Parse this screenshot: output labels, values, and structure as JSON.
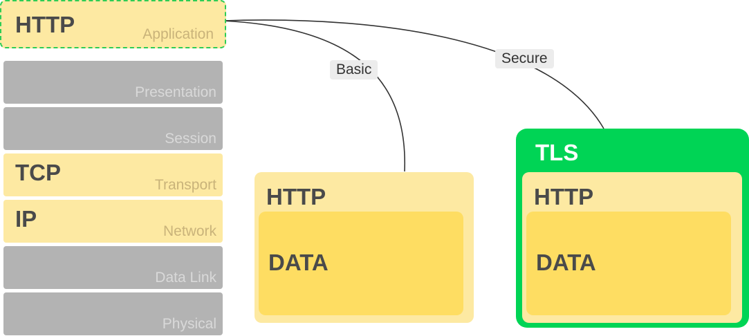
{
  "osi_layers": [
    {
      "protocol": "HTTP",
      "layer": "Application"
    },
    {
      "protocol": "",
      "layer": "Presentation"
    },
    {
      "protocol": "",
      "layer": "Session"
    },
    {
      "protocol": "TCP",
      "layer": "Transport"
    },
    {
      "protocol": "IP",
      "layer": "Network"
    },
    {
      "protocol": "",
      "layer": "Data Link"
    },
    {
      "protocol": "",
      "layer": "Physical"
    }
  ],
  "connections": {
    "basic": "Basic",
    "secure": "Secure"
  },
  "basic_stack": {
    "outer": "HTTP",
    "inner": "DATA"
  },
  "secure_stack": {
    "wrapper": "TLS",
    "outer": "HTTP",
    "inner": "DATA"
  },
  "colors": {
    "yellow_light": "#fde9a2",
    "yellow": "#fedd62",
    "gray": "#b3b3b3",
    "green": "#00d455",
    "dashed_border": "#2ecc55"
  }
}
